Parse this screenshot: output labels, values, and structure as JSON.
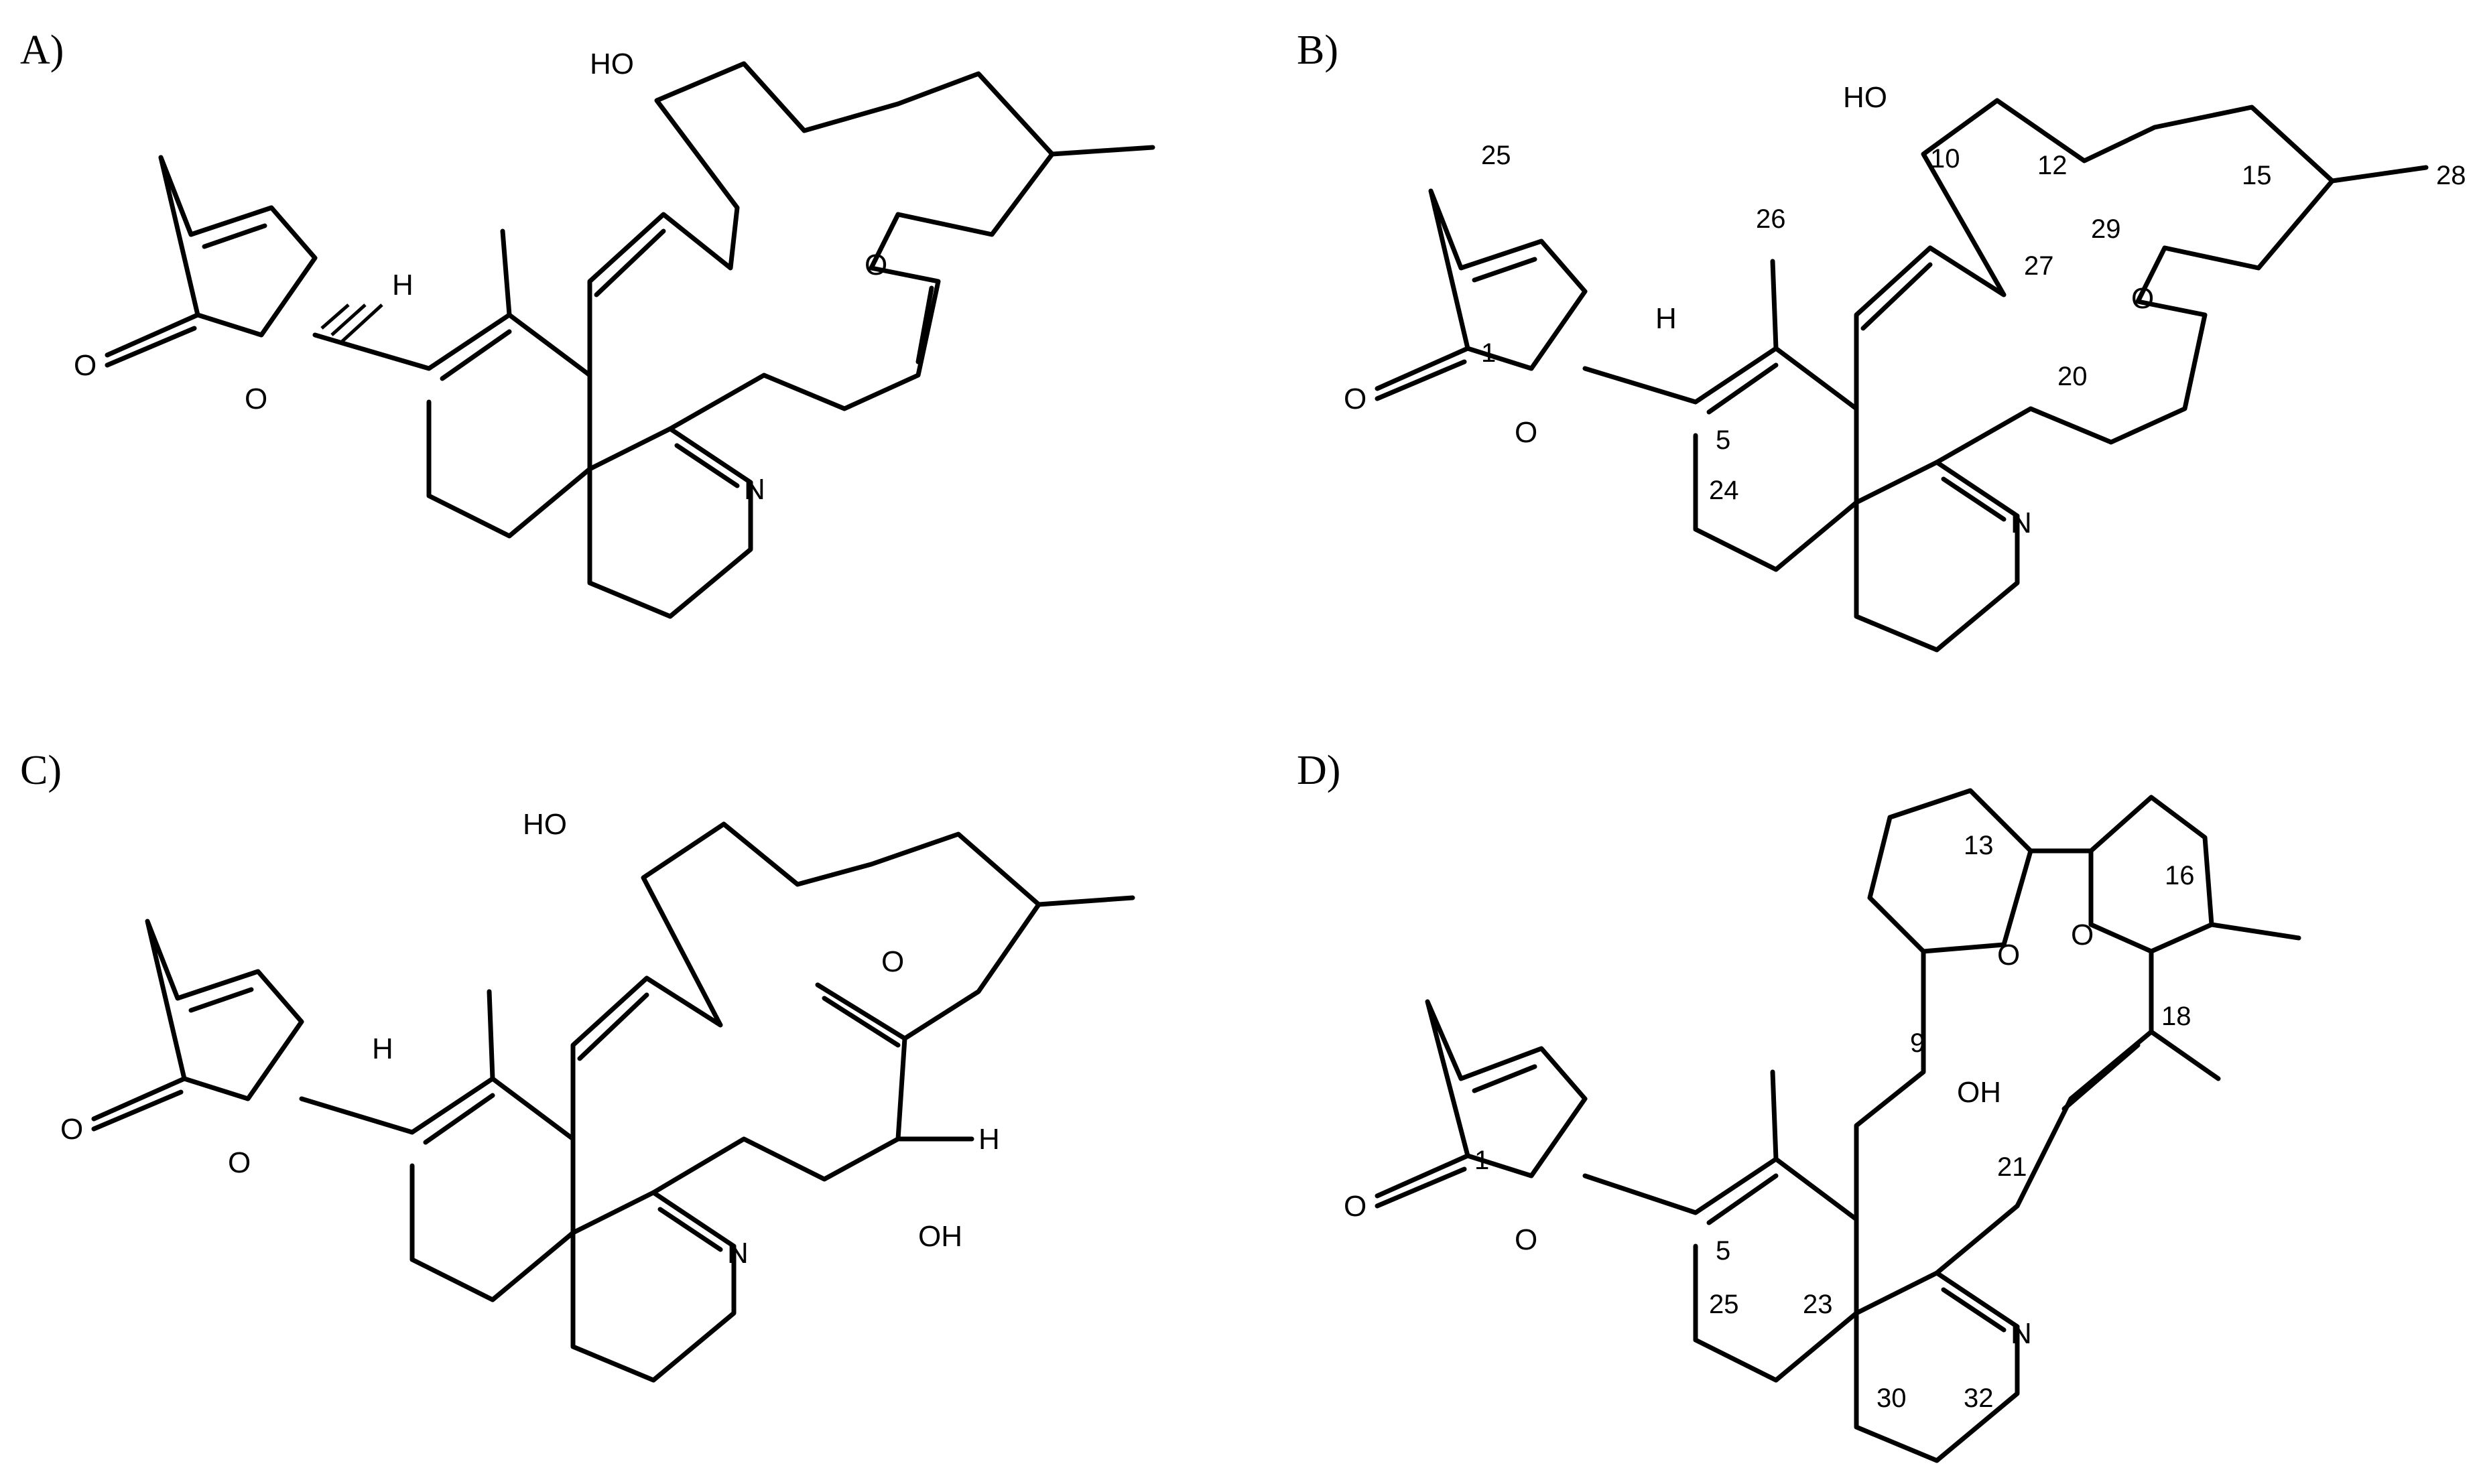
{
  "panels": {
    "A": {
      "label": "A)",
      "atoms": {
        "ho": "HO",
        "o_bridge": "O",
        "h": "H",
        "o_carbonyl": "O",
        "o_ring": "O",
        "n": "N"
      }
    },
    "B": {
      "label": "B)",
      "atoms": {
        "ho": "HO",
        "o_bridge": "O",
        "h": "H",
        "o_carbonyl": "O",
        "o_ring": "O",
        "n": "N"
      },
      "numbers": {
        "n1": "1",
        "n5": "5",
        "n10": "10",
        "n12": "12",
        "n15": "15",
        "n20": "20",
        "n24": "24",
        "n25": "25",
        "n26": "26",
        "n27": "27",
        "n28": "28",
        "n29": "29"
      }
    },
    "C": {
      "label": "C)",
      "atoms": {
        "ho": "HO",
        "o_bridge": "O",
        "h": "H",
        "oh": "OH",
        "o_carbonyl": "O",
        "o_ring": "O",
        "n": "N"
      }
    },
    "D": {
      "label": "D)",
      "atoms": {
        "o_left": "O",
        "o_right": "O",
        "oh": "OH",
        "o_carbonyl": "O",
        "o_ring": "O",
        "n": "N"
      },
      "numbers": {
        "n1": "1",
        "n5": "5",
        "n9": "9",
        "n13": "13",
        "n16": "16",
        "n18": "18",
        "n21": "21",
        "n23": "23",
        "n25": "25",
        "n30": "30",
        "n32": "32"
      }
    }
  }
}
